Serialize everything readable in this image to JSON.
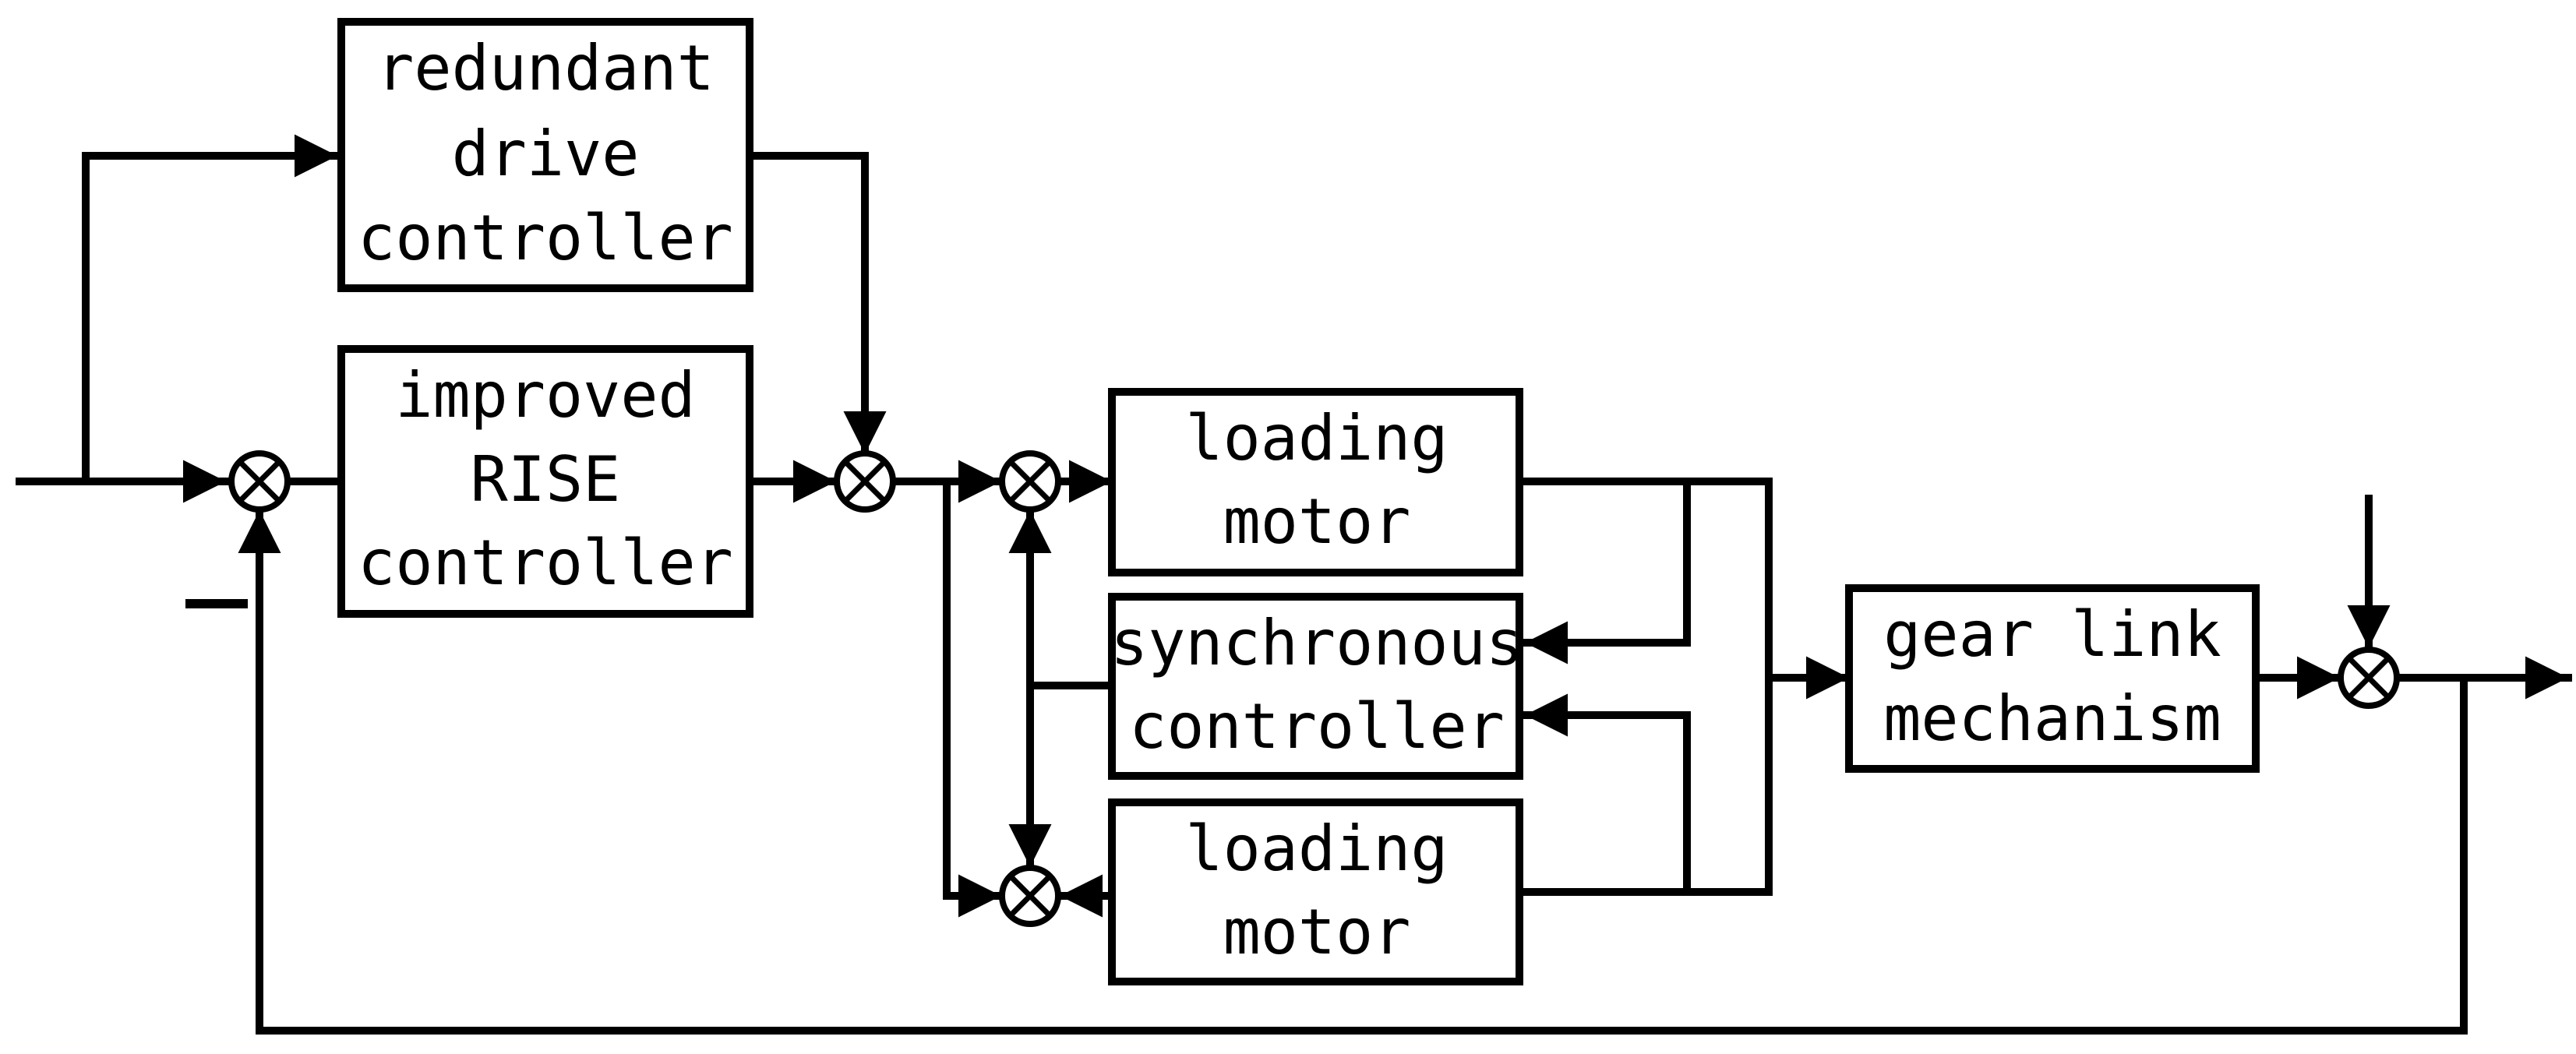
{
  "blocks": {
    "redundant_drive": {
      "lines": [
        "redundant",
        "drive",
        "controller"
      ]
    },
    "improved_rise": {
      "lines": [
        "improved",
        "RISE",
        "controller"
      ]
    },
    "loading_motor_top": {
      "lines": [
        "loading",
        "motor"
      ]
    },
    "synchronous": {
      "lines": [
        "synchronous",
        "controller"
      ]
    },
    "loading_motor_bottom": {
      "lines": [
        "loading",
        "motor"
      ]
    },
    "gear_link": {
      "lines": [
        "gear link",
        "mechanism"
      ]
    }
  },
  "feedback_sign": "—"
}
